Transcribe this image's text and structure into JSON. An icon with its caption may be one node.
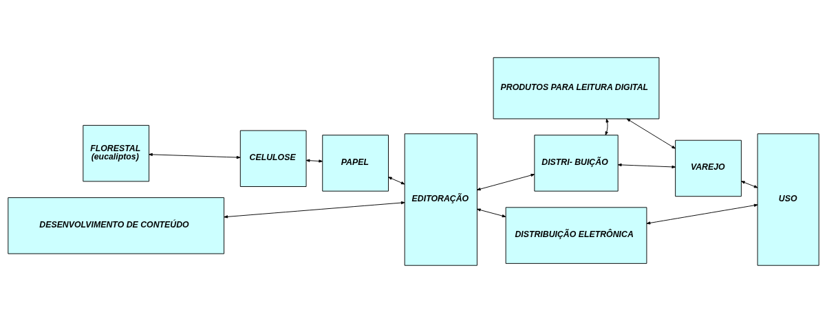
{
  "diagram": {
    "nodes": [
      {
        "text": [
          "PRODUTOS PARA LEITURA DIGITAL"
        ]
      },
      {
        "text": [
          "FLORESTAL",
          "(eucaliptos)"
        ]
      },
      {
        "text": [
          "CELULOSE"
        ]
      },
      {
        "text": [
          "PAPEL"
        ]
      },
      {
        "text": [
          "EDITORAÇÃO"
        ]
      },
      {
        "text": [
          "DISTRI- BUIÇÃO"
        ]
      },
      {
        "text": [
          "VAREJO"
        ]
      },
      {
        "text": [
          "USO"
        ]
      },
      {
        "text": [
          "DESENVOLVIMENTO DE CONTEÚDO"
        ]
      },
      {
        "text": [
          "DISTRIBUIÇÃO ELETRÔNICA"
        ]
      }
    ],
    "edges": [
      {
        "from": 1,
        "to": 2,
        "arrow": "both"
      },
      {
        "from": 2,
        "to": 3,
        "arrow": "both"
      },
      {
        "from": 3,
        "to": 4,
        "arrow": "both"
      },
      {
        "from": 4,
        "to": 5,
        "arrow": "both"
      },
      {
        "from": 5,
        "to": 6,
        "arrow": "both"
      },
      {
        "from": 6,
        "to": 7,
        "arrow": "both"
      },
      {
        "from": 5,
        "to": 0,
        "arrow": "both"
      },
      {
        "from": 6,
        "to": 0,
        "arrow": "both"
      },
      {
        "from": 8,
        "to": 4,
        "arrow": "both"
      },
      {
        "from": 4,
        "to": 9,
        "arrow": "both"
      },
      {
        "from": 9,
        "to": 7,
        "arrow": "both"
      }
    ]
  }
}
